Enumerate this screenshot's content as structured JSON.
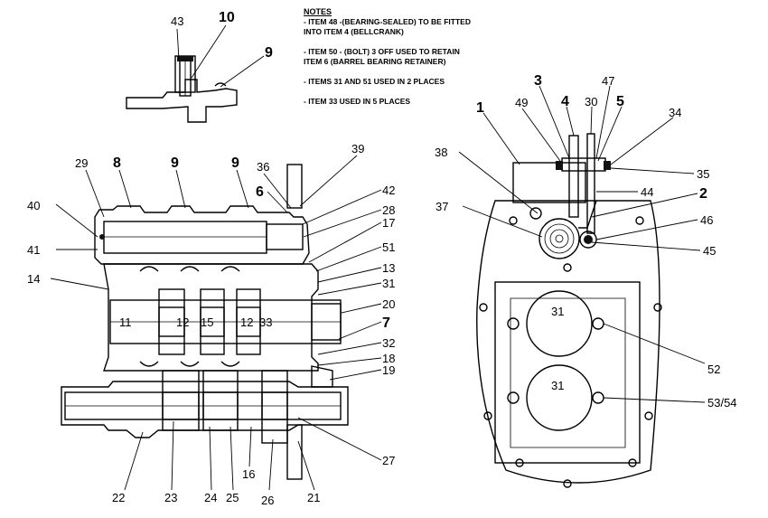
{
  "notes": {
    "title": "NOTES",
    "lines": [
      "- ITEM 48 -(BEARING-SEALED) TO BE FITTED",
      "INTO ITEM 4 (BELLCRANK)",
      "",
      "- ITEM 50 - (BOLT) 3 OFF USED TO RETAIN",
      "ITEM 6 (BARREL BEARING RETAINER)",
      "",
      "- ITEMS 31 AND 51 USED IN 2 PLACES",
      "",
      "- ITEM 33 USED IN 5 PLACES"
    ]
  },
  "callouts": {
    "c43": "43",
    "c10": "10",
    "c9a": "9",
    "c29": "29",
    "c8": "8",
    "c9b": "9",
    "c9c": "9",
    "c36": "36",
    "c39": "39",
    "c6": "6",
    "c42": "42",
    "c40": "40",
    "c28": "28",
    "c17": "17",
    "c41": "41",
    "c51": "51",
    "c13": "13",
    "c14": "14",
    "c31": "31",
    "c20": "20",
    "c7": "7",
    "c32": "32",
    "c18": "18",
    "c19": "19",
    "c27": "27",
    "c22": "22",
    "c23": "23",
    "c24": "24",
    "c25": "25",
    "c16": "16",
    "c26": "26",
    "c21": "21",
    "in11": "11",
    "in12a": "12",
    "in15": "15",
    "in12b": "12",
    "in33": "33",
    "c1": "1",
    "c3": "3",
    "c4": "4",
    "c30": "30",
    "c47": "47",
    "c5": "5",
    "c49": "49",
    "c34": "34",
    "c38": "38",
    "c35": "35",
    "c44": "44",
    "c2": "2",
    "c37": "37",
    "c46": "46",
    "c45": "45",
    "in31a": "31",
    "in31b": "31",
    "c52": "52",
    "c5354": "53/54"
  }
}
